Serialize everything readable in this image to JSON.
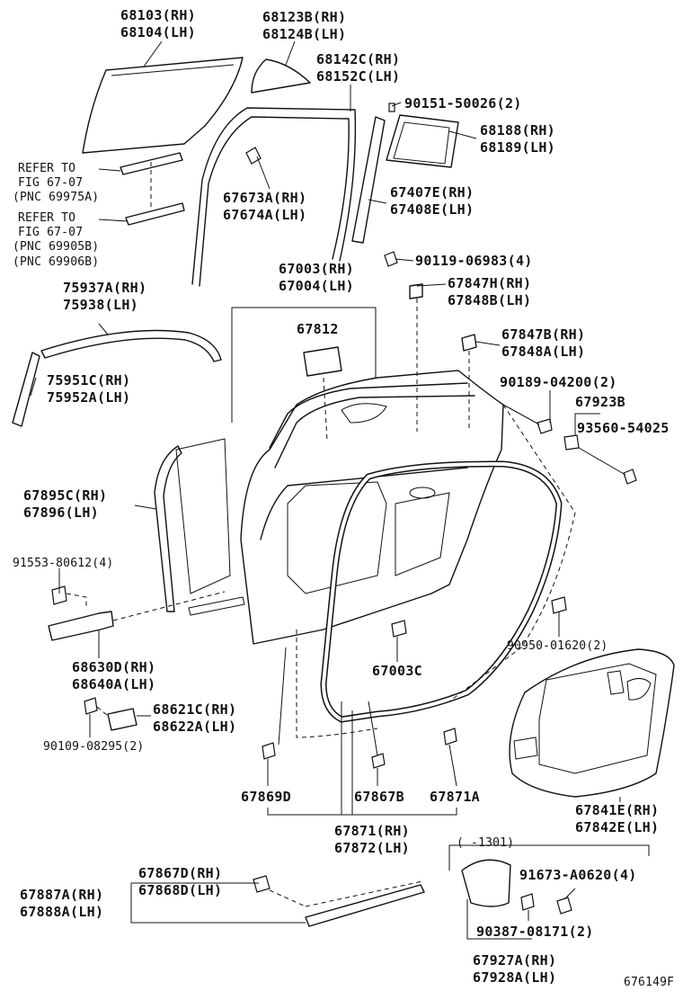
{
  "figure_id": "676149F",
  "labels": {
    "rh_68103": "68103(RH)",
    "lh_68104": "68104(LH)",
    "rh_68123b": "68123B(RH)",
    "lh_68124b": "68124B(LH)",
    "rh_68142c": "68142C(RH)",
    "lh_68152c": "68152C(LH)",
    "p90151": "90151-50026(2)",
    "rh_68188": "68188(RH)",
    "lh_68189": "68189(LH)",
    "refer1_a": "REFER TO",
    "refer1_b": "FIG 67-07",
    "refer1_c": "(PNC 69975A)",
    "refer2_a": "REFER TO",
    "refer2_b": "FIG 67-07",
    "refer2_c": "(PNC 69905B)",
    "refer2_d": "(PNC 69906B)",
    "rh_67673a": "67673A(RH)",
    "lh_67674a": "67674A(LH)",
    "rh_67407e": "67407E(RH)",
    "lh_67408e": "67408E(LH)",
    "p90119": "90119-06983(4)",
    "rh_67003": "67003(RH)",
    "lh_67004": "67004(LH)",
    "rh_75937a": "75937A(RH)",
    "lh_75938": "75938(LH)",
    "rh_67847h": "67847H(RH)",
    "lh_67848b": "67848B(LH)",
    "p67812": "67812",
    "rh_67847b": "67847B(RH)",
    "lh_67848a": "67848A(LH)",
    "rh_75951c": "75951C(RH)",
    "lh_75952a": "75952A(LH)",
    "p90189": "90189-04200(2)",
    "p67923b": "67923B",
    "p93560": "93560-54025",
    "rh_67895c": "67895C(RH)",
    "lh_67896": "67896(LH)",
    "p91553": "91553-80612(4)",
    "p90950": "90950-01620(2)",
    "rh_68630d": "68630D(RH)",
    "lh_68640a": "68640A(LH)",
    "p67003c": "67003C",
    "rh_68621c": "68621C(RH)",
    "lh_68622a": "68622A(LH)",
    "p90109": "90109-08295(2)",
    "p67869d": "67869D",
    "p67867b": "67867B",
    "p67871a": "67871A",
    "rh_67841e": "67841E(RH)",
    "lh_67842e": "67842E(LH)",
    "rh_67871": "67871(RH)",
    "lh_67872": "67872(LH)",
    "date_range": "(  -1301)",
    "rh_67867d": "67867D(RH)",
    "lh_67868d": "67868D(LH)",
    "p91673": "91673-A0620(4)",
    "rh_67887a": "67887A(RH)",
    "lh_67888a": "67888A(LH)",
    "p90387": "90387-08171(2)",
    "rh_67927a": "67927A(RH)",
    "lh_67928a": "67928A(LH)"
  }
}
